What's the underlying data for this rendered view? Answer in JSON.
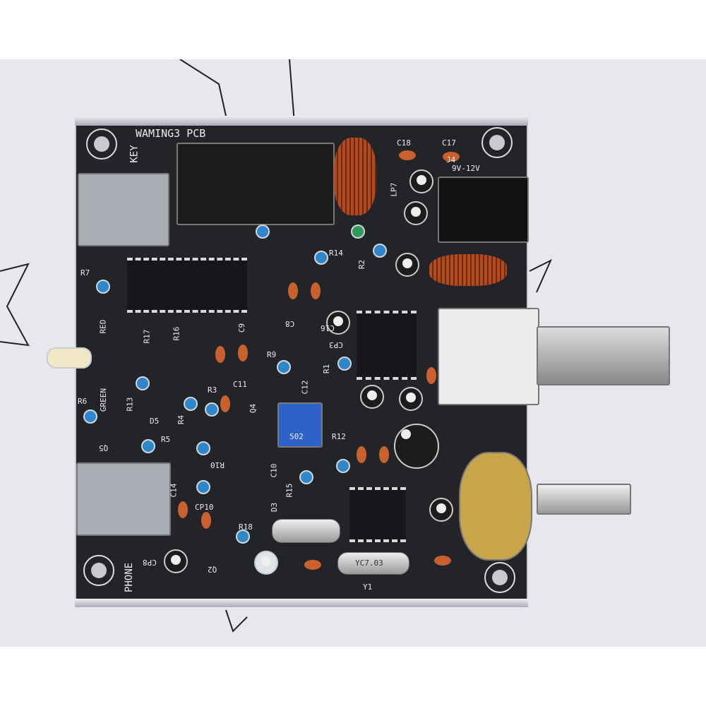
{
  "board": {
    "title": "WAMING3 PCB",
    "labels": {
      "key": "KEY",
      "phone": "PHONE",
      "power": "9V-12V",
      "red": "RED",
      "green": "GREEN"
    },
    "components": [
      "C18",
      "C17",
      "J4",
      "LP7",
      "C8",
      "R14",
      "R2",
      "R7",
      "R17",
      "R16",
      "R9",
      "R1",
      "C12",
      "C11",
      "R3",
      "R4",
      "Q4",
      "R12",
      "R15",
      "D3",
      "R5",
      "R10",
      "C14",
      "CP10",
      "R18",
      "Q2",
      "Y1",
      "C16",
      "CP3",
      "C9",
      "C10",
      "CP8",
      "D5",
      "R6",
      "R13",
      "Q5"
    ],
    "trimmer_label": "502",
    "crystal_label": "YC7.03"
  },
  "colors": {
    "pcb": "#232427",
    "resistor": "#2f86c9",
    "capacitor": "#c9612e",
    "paper": "#e6e8ee"
  }
}
